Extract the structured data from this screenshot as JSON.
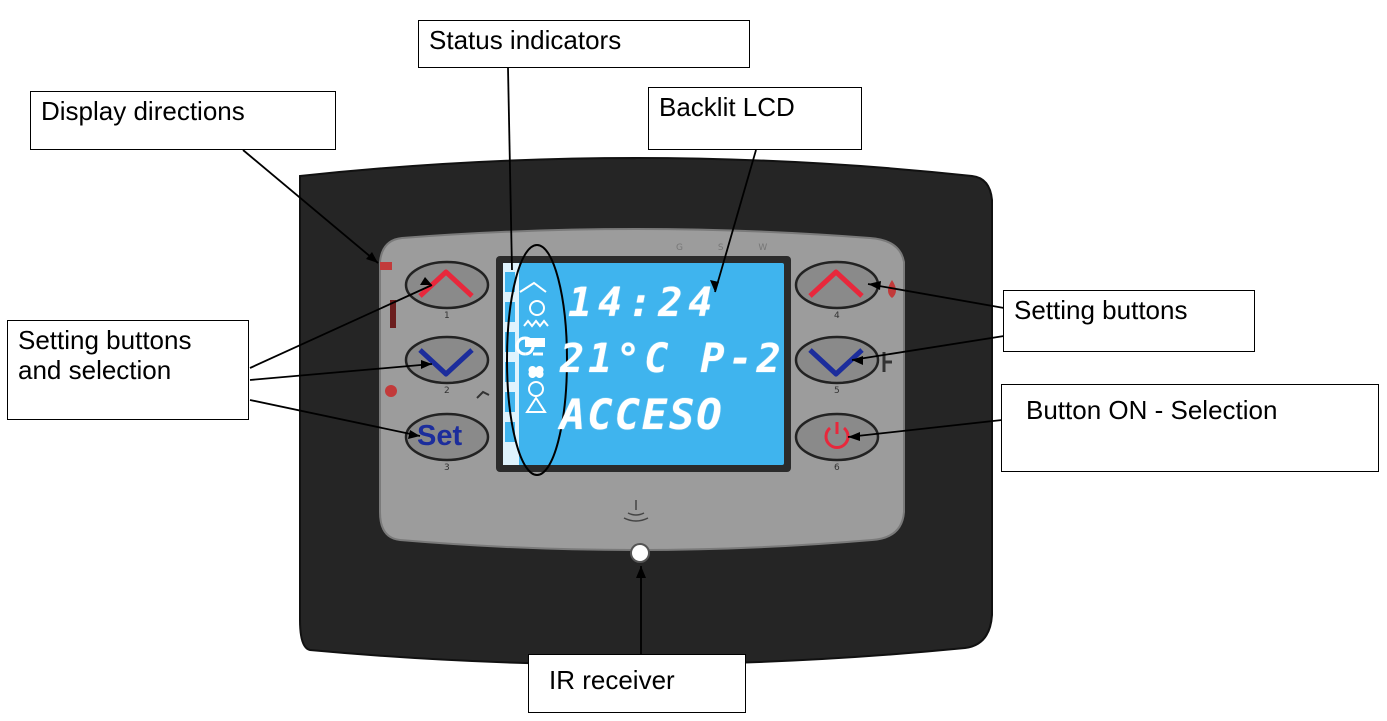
{
  "labels": {
    "status_indicators": "Status indicators",
    "display_directions": "Display directions",
    "backlit_lcd": "Backlit LCD",
    "setting_buttons_selection_line1": "Setting buttons",
    "setting_buttons_selection_line2": "and selection",
    "setting_buttons": "Setting buttons",
    "button_on_selection": "Button ON - Selection",
    "ir_receiver": "IR receiver"
  },
  "lcd": {
    "time": "14:24",
    "temperature_line": "21°C P-2",
    "state": "ACCESO",
    "top_ticks": "G S W"
  },
  "buttons": {
    "set_label": "Set",
    "numbers": [
      "1",
      "2",
      "3",
      "4",
      "5",
      "6"
    ]
  },
  "colors": {
    "panel": "#252525",
    "faceplate": "#9c9c9c",
    "lcd": "#3fb4ee",
    "up_arrow": "#e8283c",
    "down_arrow": "#1c2d9c",
    "set_text": "#1c2d9c",
    "power_icon": "#e8283c"
  }
}
